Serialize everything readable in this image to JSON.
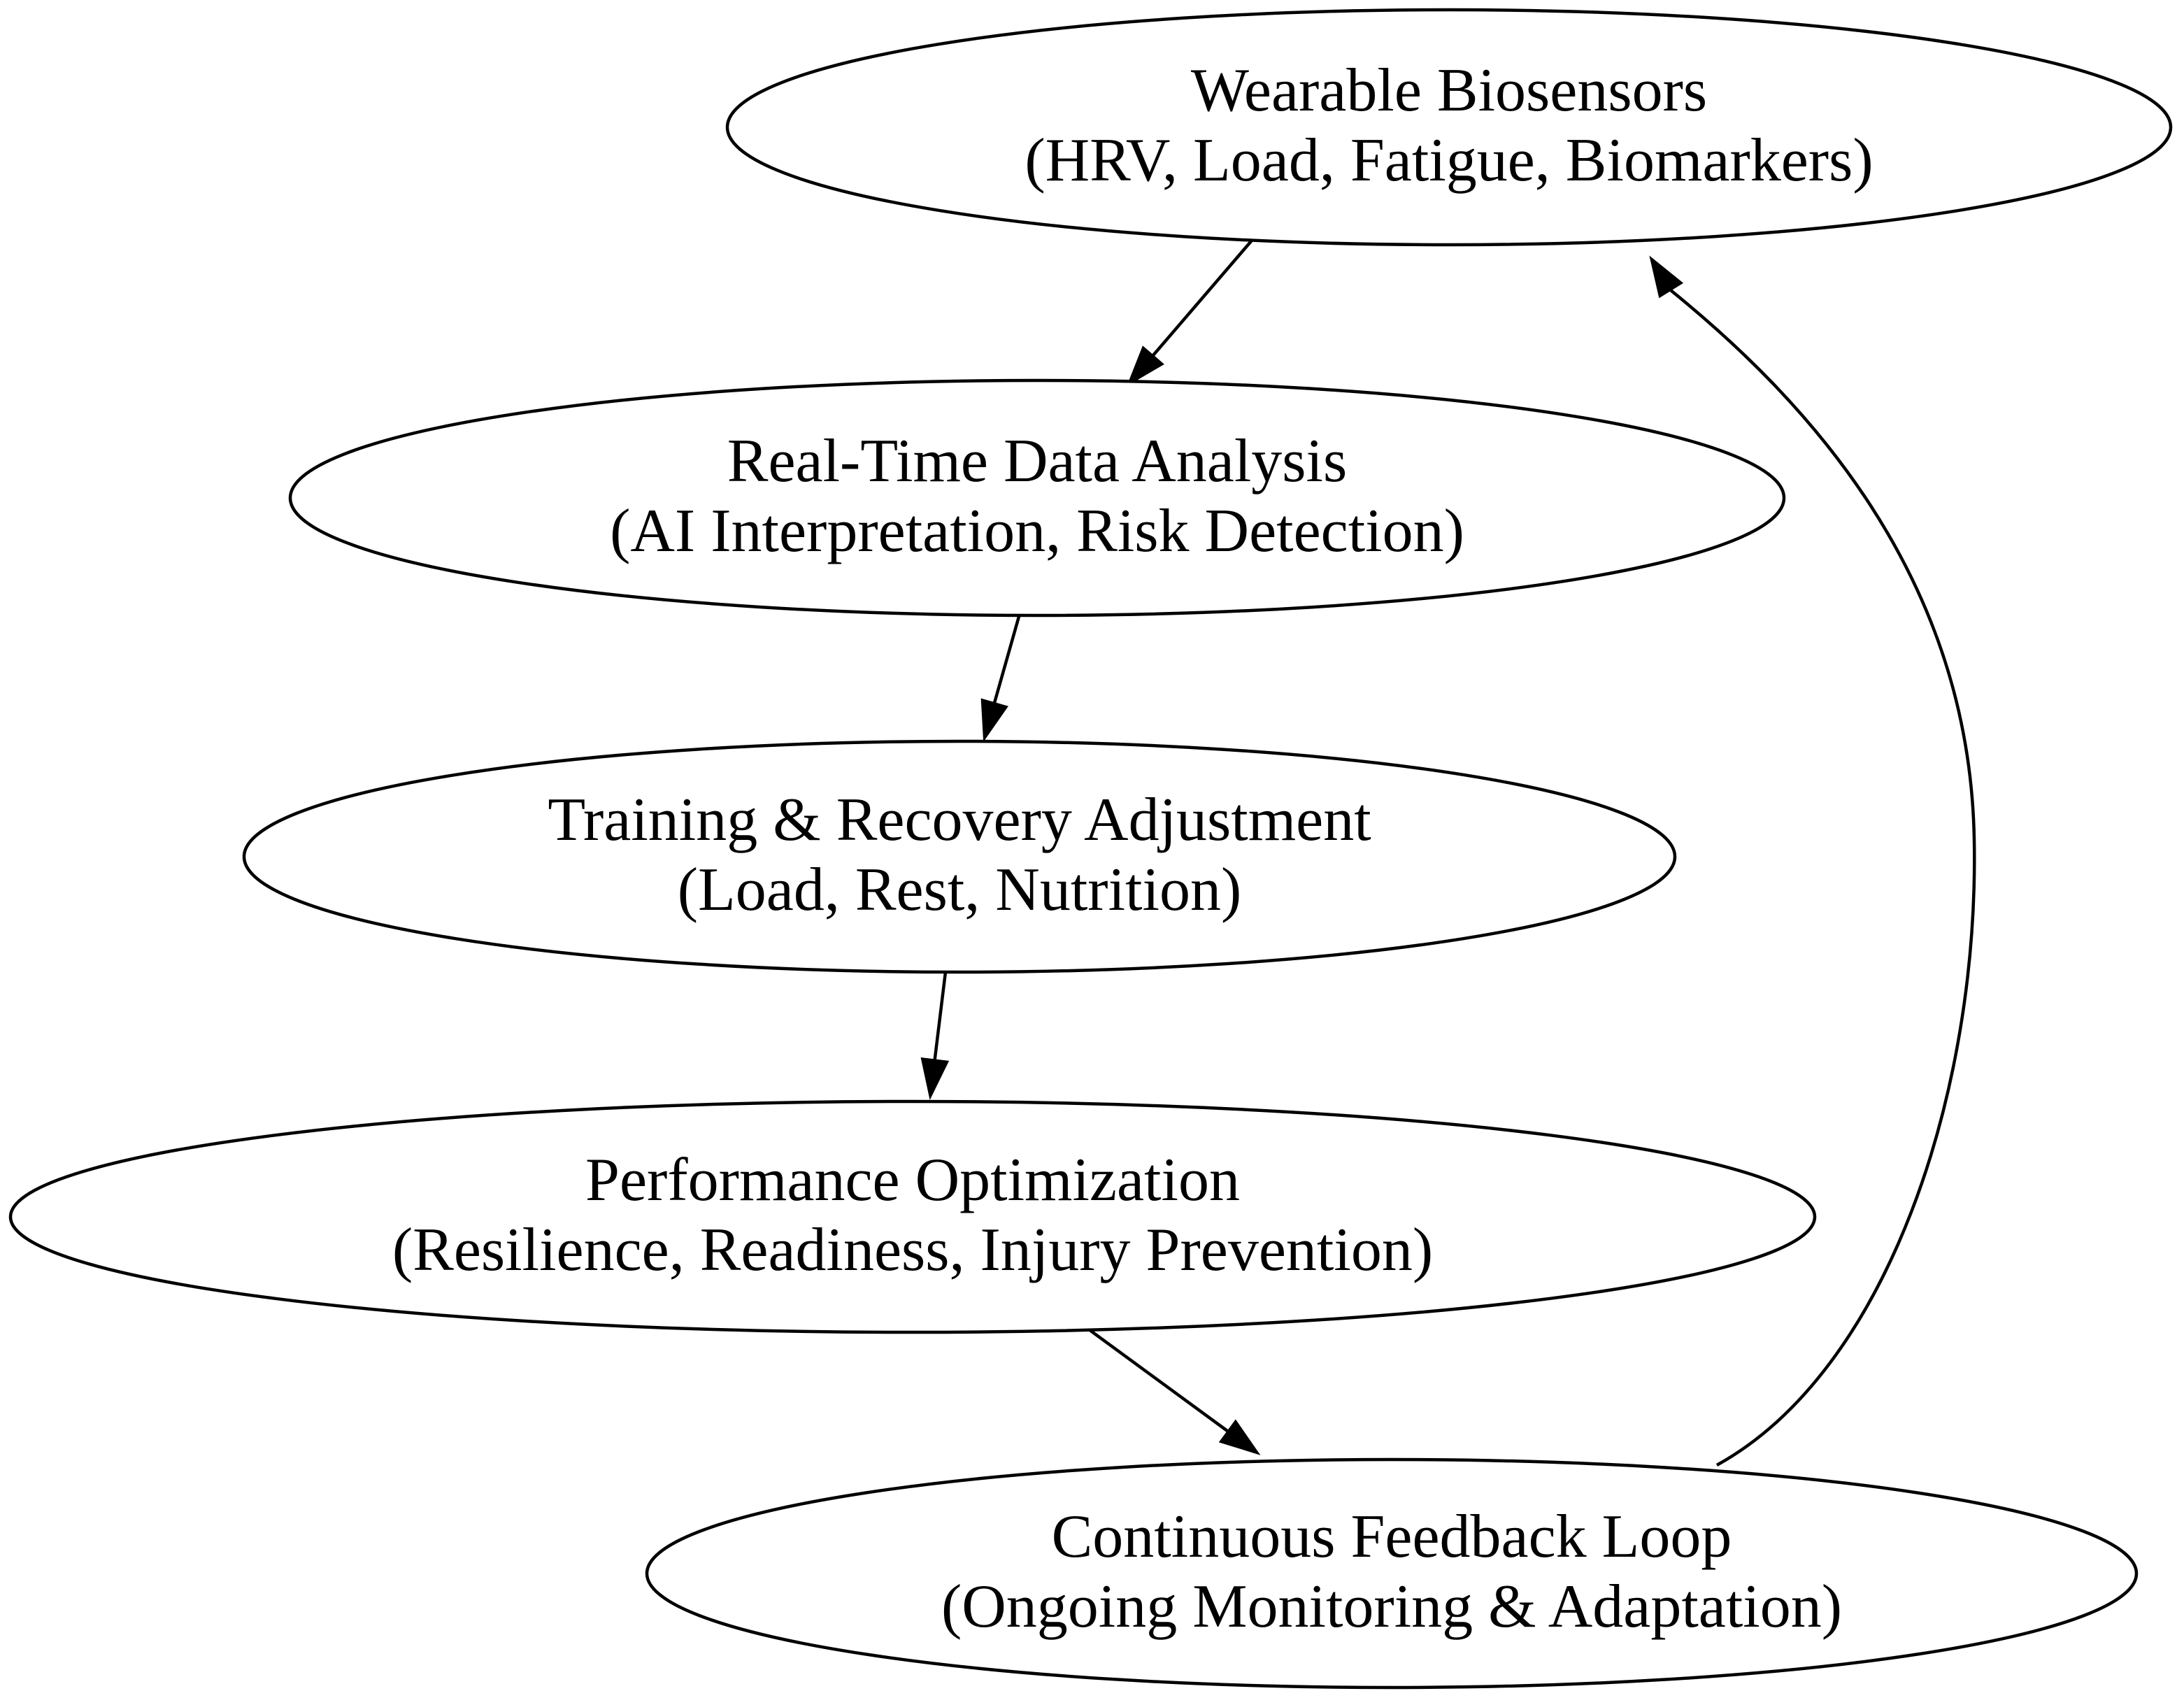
{
  "diagram": {
    "type": "flowchart",
    "background_color": "#ffffff",
    "stroke_color": "#000000",
    "text_color": "#000000",
    "nodes": [
      {
        "id": "wearable-biosensors",
        "line1": "Wearable Biosensors",
        "line2": "(HRV, Load, Fatigue, Biomarkers)"
      },
      {
        "id": "real-time-data-analysis",
        "line1": "Real-Time Data Analysis",
        "line2": "(AI Interpretation, Risk Detection)"
      },
      {
        "id": "training-recovery-adjustment",
        "line1": "Training & Recovery Adjustment",
        "line2": "(Load, Rest, Nutrition)"
      },
      {
        "id": "performance-optimization",
        "line1": "Performance Optimization",
        "line2": "(Resilience, Readiness, Injury Prevention)"
      },
      {
        "id": "continuous-feedback-loop",
        "line1": "Continuous Feedback Loop",
        "line2": "(Ongoing Monitoring & Adaptation)"
      }
    ],
    "edges": [
      {
        "from": "wearable-biosensors",
        "to": "real-time-data-analysis"
      },
      {
        "from": "real-time-data-analysis",
        "to": "training-recovery-adjustment"
      },
      {
        "from": "training-recovery-adjustment",
        "to": "performance-optimization"
      },
      {
        "from": "performance-optimization",
        "to": "continuous-feedback-loop"
      },
      {
        "from": "continuous-feedback-loop",
        "to": "wearable-biosensors"
      }
    ]
  }
}
